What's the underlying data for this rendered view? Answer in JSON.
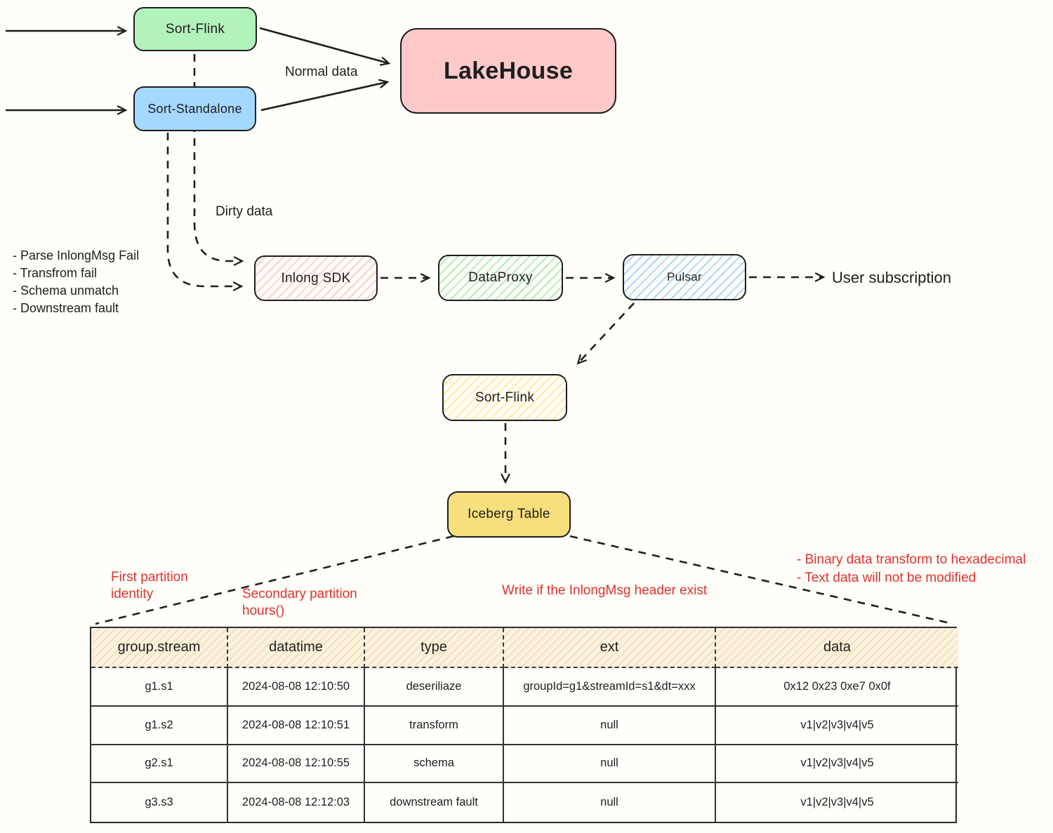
{
  "canvas": {
    "background": "#fffef8",
    "ink": "#1e1e1e",
    "annotation_red": "#e03131"
  },
  "nodes": {
    "sort_flink_top": {
      "label": "Sort-Flink",
      "fill": "#b2f2bb"
    },
    "sort_standalone": {
      "label": "Sort-Standalone",
      "fill": "#a5d8ff"
    },
    "lakehouse": {
      "label": "LakeHouse",
      "fill": "#ffc9c9"
    },
    "inlong_sdk": {
      "label": "Inlong SDK",
      "hatch_color": "#ffa8a8"
    },
    "dataproxy": {
      "label": "DataProxy",
      "hatch_color": "#69db7c"
    },
    "pulsar": {
      "label": "Pulsar",
      "hatch_color": "#74c0fc"
    },
    "sort_flink_dirty": {
      "label": "Sort-Flink",
      "hatch_color": "#ffd43b"
    },
    "iceberg_table": {
      "label": "Iceberg Table",
      "fill": "#f7df7d"
    }
  },
  "edge_labels": {
    "normal_data": "Normal data",
    "dirty_data": "Dirty data",
    "user_subscription": "User subscription"
  },
  "dirty_reasons": [
    "- Parse InlongMsg Fail",
    "- Transfrom fail",
    "- Schema unmatch",
    "- Downstream fault"
  ],
  "annotations": {
    "first_partition_l1": "First partition",
    "first_partition_l2": "identity",
    "secondary_partition_l1": "Secondary partition",
    "secondary_partition_l2": "hours()",
    "write_if": "Write if the InlongMsg header exist",
    "binary_l1": "- Binary data transform to hexadecimal",
    "binary_l2": "- Text data will not be modified"
  },
  "table": {
    "headers": [
      "group.stream",
      "datatime",
      "type",
      "ext",
      "data"
    ],
    "rows": [
      [
        "g1.s1",
        "2024-08-08 12:10:50",
        "deseriliaze",
        "groupId=g1&streamId=s1&dt=xxx",
        "0x12 0x23 0xe7 0x0f"
      ],
      [
        "g1.s2",
        "2024-08-08 12:10:51",
        "transform",
        "null",
        "v1|v2|v3|v4|v5"
      ],
      [
        "g2.s1",
        "2024-08-08 12:10:55",
        "schema",
        "null",
        "v1|v2|v3|v4|v5"
      ],
      [
        "g3.s3",
        "2024-08-08 12:12:03",
        "downstream fault",
        "null",
        "v1|v2|v3|v4|v5"
      ]
    ]
  }
}
